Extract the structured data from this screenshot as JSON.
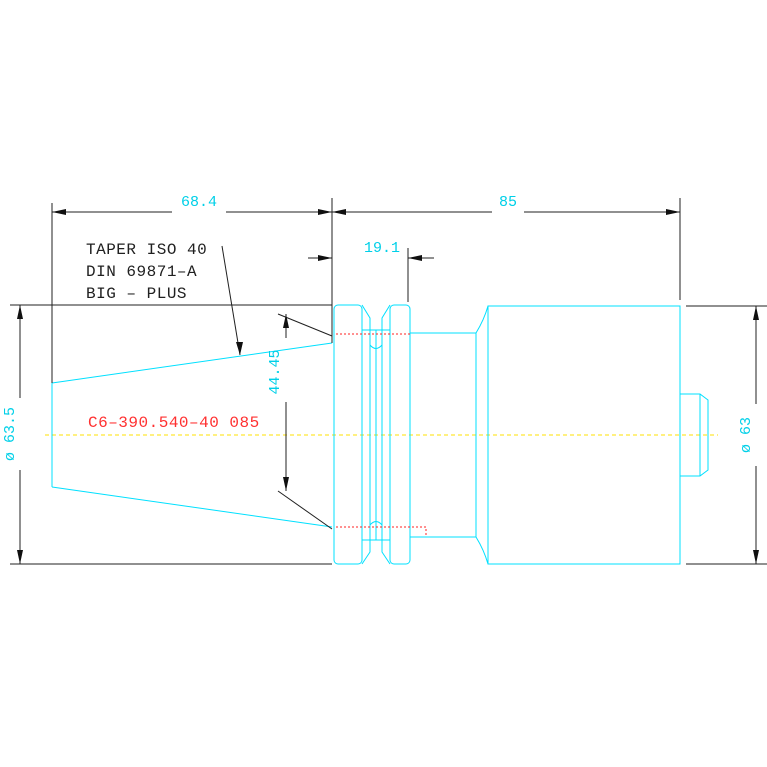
{
  "colors": {
    "outline": "#00e0ff",
    "dimension_text": "#00d0e8",
    "dimension_line": "#202020",
    "label_text": "#202020",
    "part_number": "#ff3030",
    "centerline": "#ffe000",
    "hidden_line": "#ff2020"
  },
  "dimensions": {
    "taper_length": "68.4",
    "body_length": "85",
    "flange_width": "19.1",
    "taper_diameter": "44.45",
    "flange_diameter": "ø 63.5",
    "body_diameter": "ø 63"
  },
  "labels": {
    "line1": "TAPER ISO 40",
    "line2": "DIN 69871–A",
    "line3": "BIG – PLUS"
  },
  "part_number": "C6–390.540–40 085"
}
